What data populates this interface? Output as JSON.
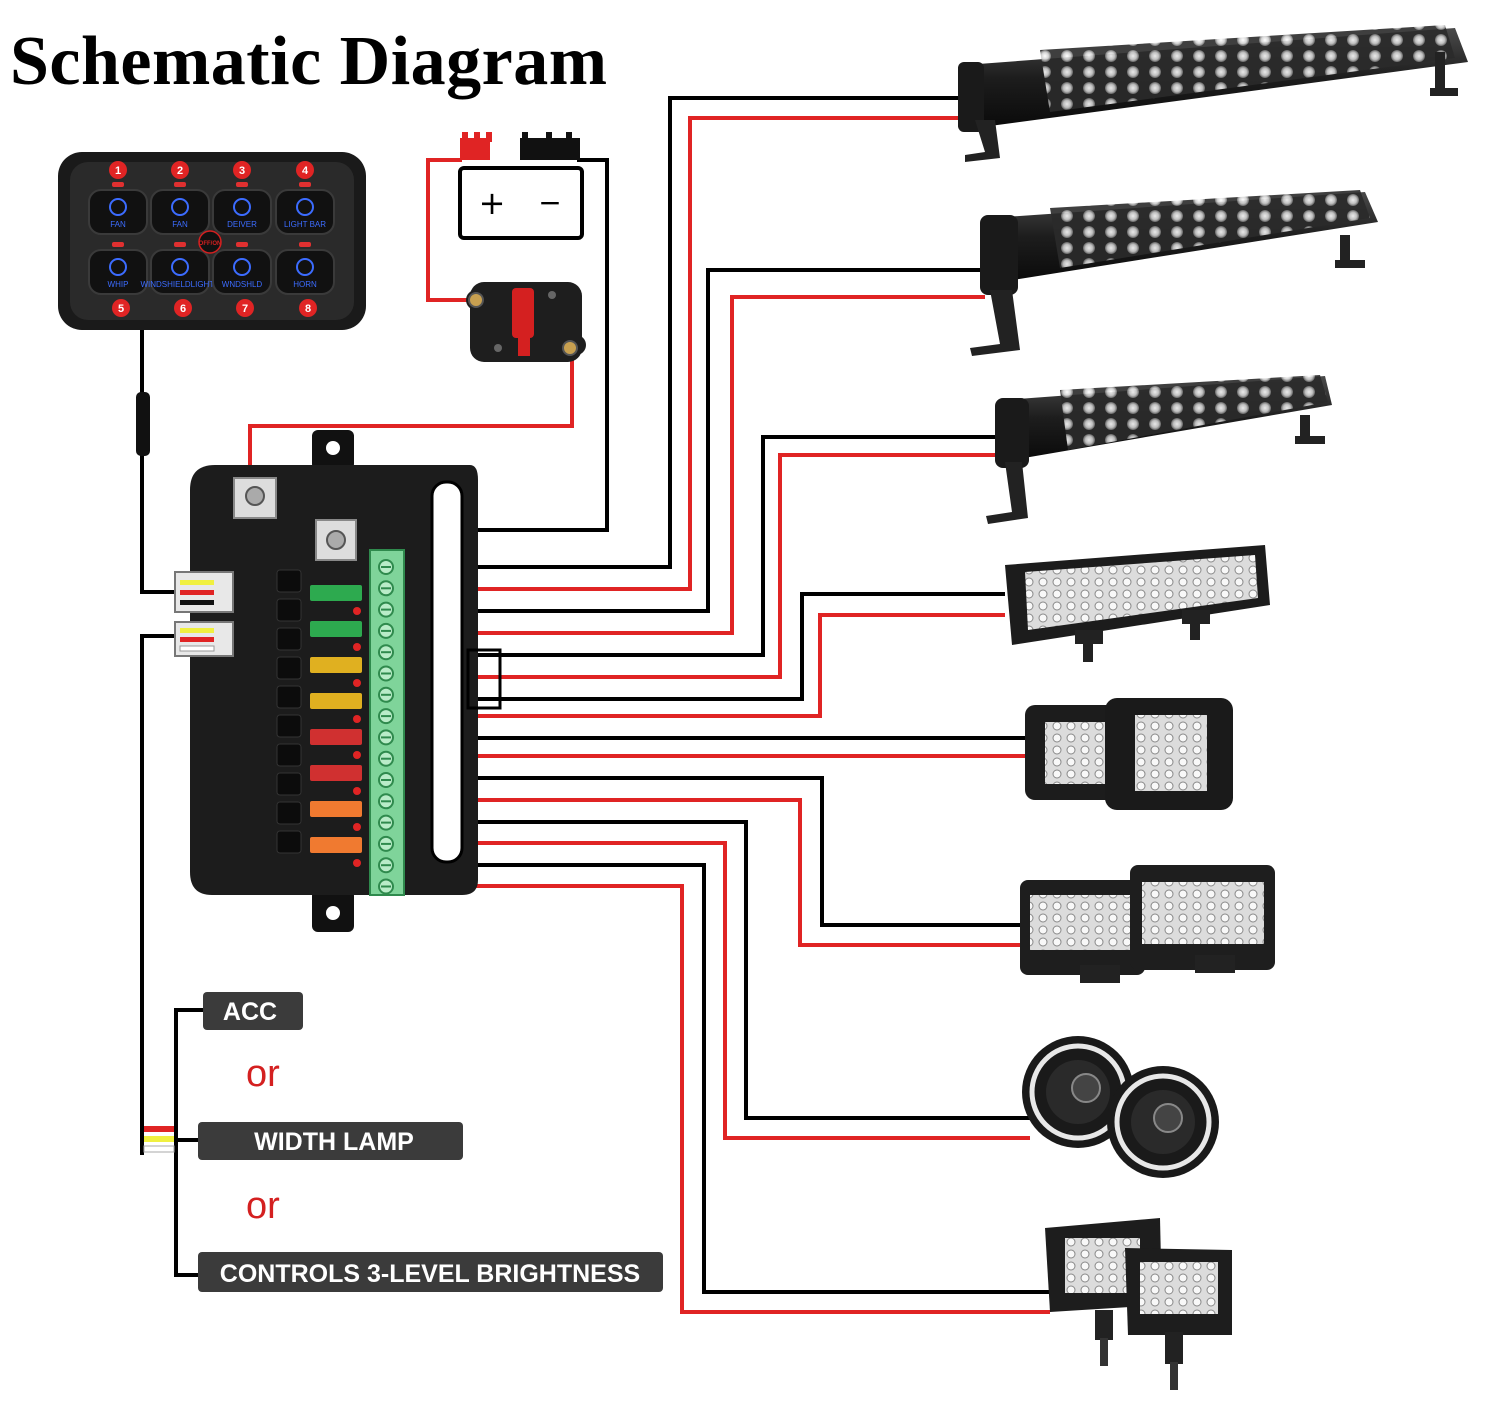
{
  "title": "Schematic Diagram",
  "switch_panel": {
    "numbers_top": [
      "1",
      "2",
      "3",
      "4"
    ],
    "numbers_bottom": [
      "5",
      "6",
      "7",
      "8"
    ],
    "button_labels": [
      "FAN",
      "FAN",
      "DEIVER",
      "LIGHT BAR",
      "WHIP",
      "WINDSHIELDLIGHTS",
      "WNDSHLD",
      "HORN"
    ],
    "power_label": "OFF/ON"
  },
  "battery": {
    "plus": "+",
    "minus": "−"
  },
  "options": {
    "acc": "ACC",
    "or_1": "or",
    "width_lamp": "WIDTH LAMP",
    "or_2": "or",
    "brightness": "CONTROLS 3-LEVEL BRIGHTNESS"
  },
  "colors": {
    "wire_black": "#000000",
    "wire_red": "#e02424",
    "label_bg": "#3b3b3b",
    "switch_glow": "#3c6cff",
    "fuse_green": "#2daa4f",
    "fuse_yellow": "#e0b020",
    "fuse_red": "#d03030",
    "fuse_orange": "#f07a30",
    "terminal_green": "#7fd49a"
  }
}
